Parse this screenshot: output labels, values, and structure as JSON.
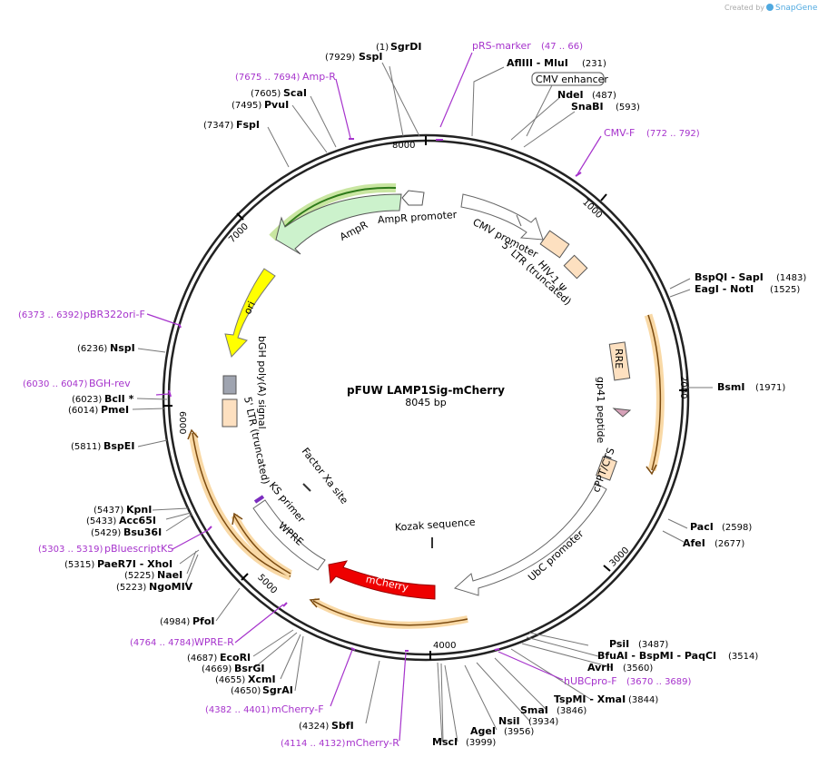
{
  "credit": {
    "prefix": "Created by",
    "brand": "SnapGene"
  },
  "plasmid": {
    "name": "pFUW LAMP1Sig-mCherry",
    "size": "8045 bp"
  },
  "ticks": [
    "1000",
    "2000",
    "3000",
    "4000",
    "5000",
    "6000",
    "7000",
    "8000"
  ],
  "enzymes": [
    {
      "pos": "(1)",
      "name": "SgrDI"
    },
    {
      "pos": "(7929)",
      "name": "SspI"
    },
    {
      "pos": "(7605)",
      "name": "ScaI"
    },
    {
      "pos": "(7495)",
      "name": "PvuI"
    },
    {
      "pos": "(7347)",
      "name": "FspI"
    },
    {
      "pos": "(231)",
      "name": "AflIII  - MluI"
    },
    {
      "pos": "(487)",
      "name": "NdeI"
    },
    {
      "pos": "(593)",
      "name": "SnaBI"
    },
    {
      "pos": "(1483)",
      "name": "BspQI  - SapI"
    },
    {
      "pos": "(1525)",
      "name": "EagI  - NotI"
    },
    {
      "pos": "(1971)",
      "name": "BsmI"
    },
    {
      "pos": "(2598)",
      "name": "PacI"
    },
    {
      "pos": "(2677)",
      "name": "AfeI"
    },
    {
      "pos": "(3487)",
      "name": "PsiI"
    },
    {
      "pos": "(3514)",
      "name": "BfuAI  - BspMI  - PaqCI"
    },
    {
      "pos": "(3560)",
      "name": "AvrII"
    },
    {
      "pos": "(3844)",
      "name": "TspMI  - XmaI"
    },
    {
      "pos": "(3846)",
      "name": "SmaI"
    },
    {
      "pos": "(3934)",
      "name": "NsiI"
    },
    {
      "pos": "(3956)",
      "name": "AgeI"
    },
    {
      "pos": "(3999)",
      "name": "MscI"
    },
    {
      "pos": "(4324)",
      "name": "SbfI"
    },
    {
      "pos": "(4650)",
      "name": "SgrAI"
    },
    {
      "pos": "(4655)",
      "name": "XcmI"
    },
    {
      "pos": "(4669)",
      "name": "BsrGI"
    },
    {
      "pos": "(4687)",
      "name": "EcoRI"
    },
    {
      "pos": "(4984)",
      "name": "PfoI"
    },
    {
      "pos": "(5223)",
      "name": "NgoMIV"
    },
    {
      "pos": "(5225)",
      "name": "NaeI"
    },
    {
      "pos": "(5315)",
      "name": "PaeR7I  - XhoI"
    },
    {
      "pos": "(5429)",
      "name": "Bsu36I"
    },
    {
      "pos": "(5433)",
      "name": "Acc65I"
    },
    {
      "pos": "(5437)",
      "name": "KpnI"
    },
    {
      "pos": "(5811)",
      "name": "BspEI"
    },
    {
      "pos": "(6014)",
      "name": "PmeI"
    },
    {
      "pos": "(6023)",
      "name": "BclI *"
    },
    {
      "pos": "(6236)",
      "name": "NspI"
    }
  ],
  "primers": [
    {
      "name": "pRS-marker",
      "range": "(47 .. 66)"
    },
    {
      "name": "Amp-R",
      "range": "(7675 .. 7694)"
    },
    {
      "name": "CMV-F",
      "range": "(772 .. 792)"
    },
    {
      "name": "pBR322ori-F",
      "range": "(6373 .. 6392)"
    },
    {
      "name": "BGH-rev",
      "range": "(6030 .. 6047)"
    },
    {
      "name": "pBluescriptKS",
      "range": "(5303 .. 5319)"
    },
    {
      "name": "WPRE-R",
      "range": "(4764 .. 4784)"
    },
    {
      "name": "mCherry-F",
      "range": "(4382 .. 4401)"
    },
    {
      "name": "mCherry-R",
      "range": "(4114 .. 4132)"
    },
    {
      "name": "hUBCpro-F",
      "range": "(3670 .. 3689)"
    }
  ],
  "features": {
    "cmv_enhancer": "CMV enhancer",
    "cmv_promoter": "CMV promoter",
    "ltr5_top": "5' LTR (truncated)",
    "hiv_psi": "HIV-1 Ψ",
    "rre": "RRE",
    "gp41": "gp41 peptide",
    "cppt": "cPPT/CTS",
    "ubc": "UbC promoter",
    "kozak": "Kozak sequence",
    "mcherry": "mCherry",
    "wpre": "WPRE",
    "ks_primer": "KS primer",
    "factor_xa": "Factor Xa site",
    "ltr5_left": "5' LTR (truncated)",
    "bgh": "bGH poly(A) signal",
    "ori": "ori",
    "ampr": "AmpR",
    "ampr_promoter": "AmpR promoter"
  },
  "colors": {
    "primer": "#a633cc",
    "ampr": "#ccf2cc",
    "ori": "#ffff00",
    "mcherry": "#ee0000",
    "orf_band": "#f9d9a6",
    "ltr": "#fde0c0",
    "polyA": "#9fa4b0",
    "gp41": "#d6a1b8"
  }
}
